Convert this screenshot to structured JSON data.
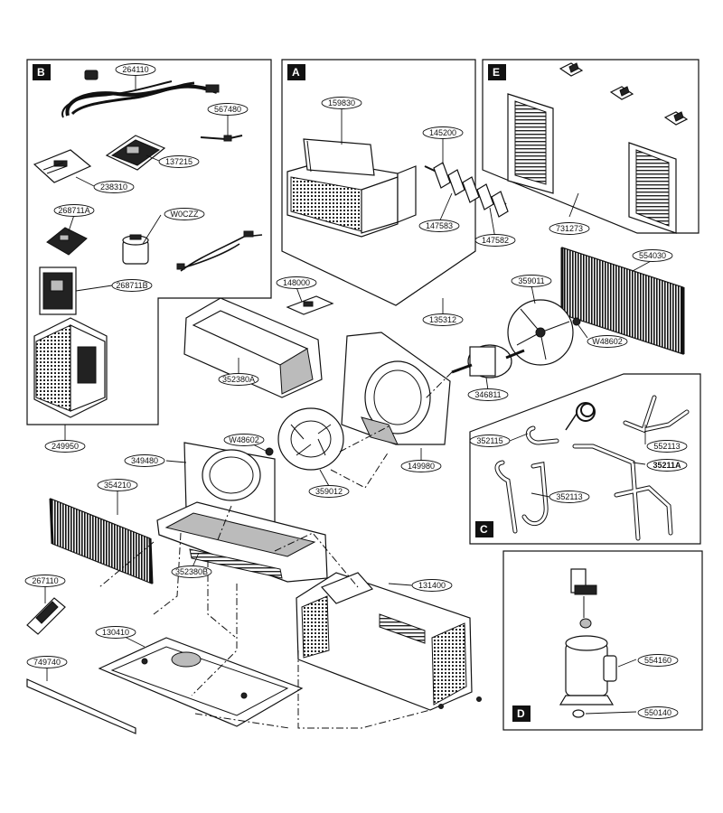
{
  "sections": {
    "A": "A",
    "B": "B",
    "C": "C",
    "D": "D",
    "E": "E"
  },
  "part_labels": {
    "p264110": "264110",
    "p567480": "567480",
    "p137215": "137215",
    "p238310": "238310",
    "p268711A": "268711A",
    "pW0CZZ": "W0CZZ",
    "p268711B": "268711B",
    "p249950": "249950",
    "p159830": "159830",
    "p145200": "145200",
    "p147583": "147583",
    "p147582": "147582",
    "p135312": "135312",
    "p148000": "148000",
    "p731273": "731273",
    "p554030": "554030",
    "p359011": "359011",
    "pW48602a": "W48602",
    "p352380A": "352380A",
    "p346811": "346811",
    "pW48602b": "W48602",
    "p149980": "149980",
    "p349480": "349480",
    "p359012": "359012",
    "p354210": "354210",
    "p352380B": "352380B",
    "p267110": "267110",
    "p131400": "131400",
    "p130410": "130410",
    "p749740": "749740",
    "p352115": "352115",
    "p552113": "552113",
    "p35211A": "35211A",
    "p352113": "352113",
    "p554160": "554160",
    "p550140": "550140"
  }
}
